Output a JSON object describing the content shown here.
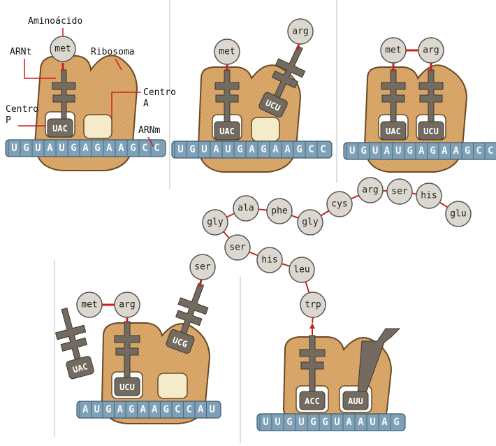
{
  "labels": {
    "aminoacid": "Aminoácido",
    "trna": "ARNt",
    "ribosome": "Ribosoma",
    "site_a_1": "Centro",
    "site_a_2": "A",
    "site_p_1": "Centro",
    "site_p_2": "P",
    "mrna": "ARNm"
  },
  "panel1": {
    "mrna": [
      "U",
      "G",
      "U",
      "A",
      "U",
      "G",
      "A",
      "G",
      "A",
      "A",
      "G",
      "C",
      "C"
    ],
    "trna_p": {
      "anticodon": "UAC",
      "aa": "met"
    }
  },
  "panel2": {
    "mrna": [
      "U",
      "G",
      "U",
      "A",
      "U",
      "G",
      "A",
      "G",
      "A",
      "A",
      "G",
      "C",
      "C"
    ],
    "trna_p": {
      "anticodon": "UAC",
      "aa": "met"
    },
    "trna_in": {
      "anticodon": "UCU",
      "aa": "arg"
    }
  },
  "panel3": {
    "mrna": [
      "U",
      "G",
      "U",
      "A",
      "U",
      "G",
      "A",
      "G",
      "A",
      "A",
      "G",
      "C",
      "C"
    ],
    "trna_p": {
      "anticodon": "UAC",
      "aa": "met"
    },
    "trna_a": {
      "anticodon": "UCU",
      "aa": "arg"
    }
  },
  "panel4": {
    "mrna": [
      "A",
      "U",
      "G",
      "A",
      "G",
      "A",
      "A",
      "G",
      "C",
      "C",
      "A",
      "U"
    ],
    "trna_free": {
      "anticodon": "UAC"
    },
    "trna_p": {
      "anticodon": "UCU"
    },
    "trna_in": {
      "anticodon": "UCG",
      "aa": "ser"
    },
    "chain": [
      "met",
      "arg"
    ]
  },
  "panel5": {
    "mrna": [
      "U",
      "U",
      "G",
      "U",
      "G",
      "G",
      "U",
      "A",
      "A",
      "U",
      "A",
      "G"
    ],
    "trna_p": {
      "anticodon": "ACC"
    },
    "release": {
      "anticodon": "AUU"
    }
  },
  "polypeptide": [
    "glu",
    "his",
    "ser",
    "arg",
    "cys",
    "gly",
    "phe",
    "ala",
    "gly",
    "ser",
    "his",
    "leu",
    "trp"
  ],
  "colors": {
    "ribosome": "#dba96b",
    "ribosome_stroke": "#6b4a25",
    "trna": "#736a60",
    "aa_fill": "#dcd8cf",
    "mrna_band": "#7fa1b8",
    "bond": "#cc1f1f",
    "divider": "#bdbdbd"
  }
}
